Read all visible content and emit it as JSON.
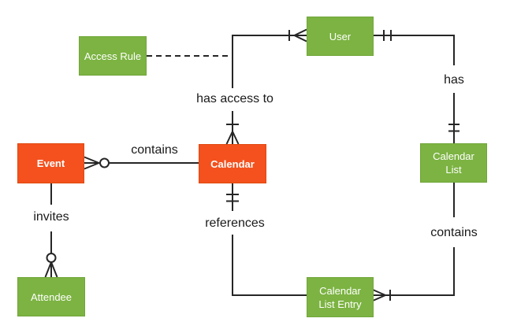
{
  "diagram": {
    "type": "entity-relationship",
    "subject": "Calendar ER diagram",
    "colors": {
      "entity_green": "#7CB342",
      "entity_orange": "#F4511E",
      "entity_text": "#ffffff",
      "line": "#262626",
      "label_text": "#1a1a1a",
      "background": "#ffffff"
    },
    "entities": [
      {
        "id": "access-rule",
        "label": "Access Rule",
        "variant": "green"
      },
      {
        "id": "user",
        "label": "User",
        "variant": "green"
      },
      {
        "id": "calendar-list",
        "label": "Calendar List",
        "variant": "green"
      },
      {
        "id": "event",
        "label": "Event",
        "variant": "orange"
      },
      {
        "id": "calendar",
        "label": "Calendar",
        "variant": "orange"
      },
      {
        "id": "attendee",
        "label": "Attendee",
        "variant": "green"
      },
      {
        "id": "calendar-list-entry",
        "label": "Calendar List Entry",
        "variant": "green"
      }
    ],
    "relationships": [
      {
        "id": "contains-event",
        "label": "contains",
        "from": "calendar",
        "to": "event",
        "end_marker": "zero-or-many (crow's foot + circle) at Event",
        "style": "solid"
      },
      {
        "id": "has-access-to",
        "label": "has access to",
        "from": "user",
        "to": "calendar",
        "end_marker": "one-or-many (bar + crow's foot) at User and at Calendar",
        "style": "solid"
      },
      {
        "id": "has",
        "label": "has",
        "from": "user",
        "to": "calendar-list",
        "end_marker": "one-and-only-one (double bar) at User and Calendar List",
        "style": "solid"
      },
      {
        "id": "contains-entry",
        "label": "contains",
        "from": "calendar-list",
        "to": "calendar-list-entry",
        "end_marker": "one-or-many (crow's foot + bar) at Calendar List Entry",
        "style": "solid"
      },
      {
        "id": "references",
        "label": "references",
        "from": "calendar",
        "to": "calendar-list-entry",
        "end_marker": "one-and-only-one (double bar) at Calendar",
        "style": "solid"
      },
      {
        "id": "invites",
        "label": "invites",
        "from": "event",
        "to": "attendee",
        "end_marker": "zero-or-many (circle + crow's foot) at Attendee",
        "style": "solid"
      },
      {
        "id": "access-rule-link",
        "label": "",
        "from": "access-rule",
        "to": "has-access-to relationship line",
        "end_marker": "none",
        "style": "dashed"
      }
    ]
  }
}
